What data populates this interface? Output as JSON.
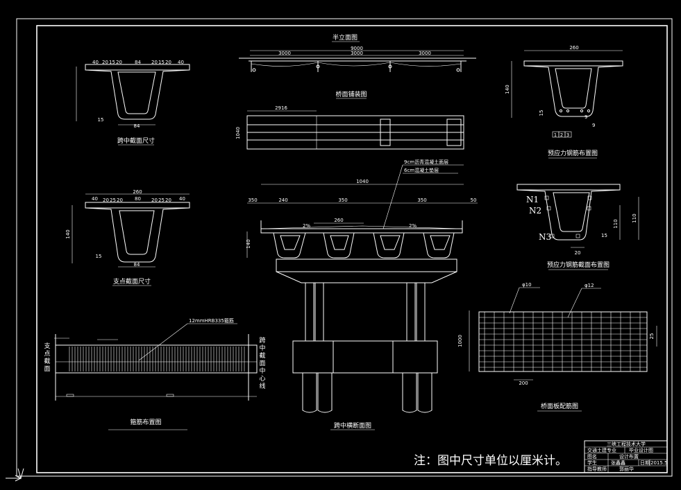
{
  "note": "注：图中尺寸单位以厘米计。",
  "views": {
    "half_elevation": {
      "title": "半立面图",
      "dims": {
        "total": "9000",
        "left": "3000",
        "mid": "3000",
        "right": "3000"
      }
    },
    "bearing_plan": {
      "title": "桥面铺装图",
      "dims": {
        "length": "2916",
        "height": "1040"
      }
    },
    "midspan_section": {
      "title": "跨中截面尺寸",
      "dims": {
        "top": [
          "40",
          "20",
          "15",
          "20",
          "84",
          "20",
          "15",
          "20",
          "40"
        ],
        "bottom": "84",
        "side": "15"
      }
    },
    "support_section": {
      "title": "支点截面尺寸",
      "dims": {
        "total": "260",
        "top": [
          "40",
          "20",
          "25",
          "20",
          "80",
          "20",
          "25",
          "20",
          "40"
        ],
        "height": "140",
        "bottom": "84",
        "side": "15"
      }
    },
    "tendon_layout": {
      "title": "预应力钢筋布置图",
      "dims": {
        "width": "260",
        "height": "140",
        "a": "9",
        "b": "15",
        "c": "9"
      },
      "ids": [
        "1",
        "2",
        "3"
      ]
    },
    "tendon_section": {
      "title": "预应力钢筋截面布置图",
      "labels": [
        "N1",
        "N2",
        "N3"
      ],
      "dims": {
        "h1": "110",
        "h2": "110",
        "b": "20",
        "c": "15"
      }
    },
    "cross_section": {
      "title": "跨中横断面图",
      "callouts": [
        "9cm沥青混凝土面层",
        "6cm混凝土垫层"
      ],
      "dims": {
        "total": "1040",
        "d1": "350",
        "d2": "240",
        "d3": "350",
        "d4": "350",
        "d5": "50",
        "mid": "260",
        "h": "140",
        "slope_l": "2%",
        "slope_r": "2%"
      }
    },
    "stirrup_layout": {
      "title": "箍筋布置图",
      "callout": "12mmHRB335箍筋",
      "label_left": "支点截面",
      "label_right": "跨中截面中心线"
    },
    "deck_rebar": {
      "title": "桥面板配筋图",
      "callouts": [
        "φ10",
        "φ12"
      ],
      "dims": {
        "height": "1000",
        "spacing": "200",
        "right": "25"
      }
    }
  },
  "title_block": {
    "rows": [
      [
        "三峡工程技术大学"
      ],
      [
        "交通土建专业",
        "毕业设计图"
      ],
      [
        "图名",
        "设计布置"
      ],
      [
        "学生",
        "张鑫鑫",
        "日期",
        "2015.5"
      ],
      [
        "指导教师",
        "郭丽华"
      ]
    ]
  }
}
